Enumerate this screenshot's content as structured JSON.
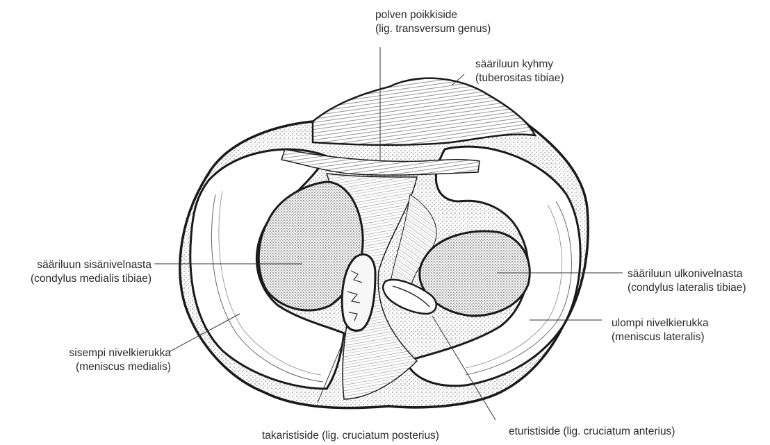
{
  "figure": {
    "subject": "tibial plateau with menisci and cruciate ligaments, viewed from above",
    "colors": {
      "ink": "#1a1a1a",
      "paper": "#ffffff",
      "shade": "#d9d9d9",
      "stipple": "#8a8a8a"
    }
  },
  "labels": {
    "transverse_ligament": {
      "name": "polven poikkiside",
      "latin": "(lig. transversum genus)"
    },
    "tibial_tuberosity": {
      "name": "sääriluun kyhmy",
      "latin": "(tuberositas tibiae)"
    },
    "medial_condyle": {
      "name": "sääriluun sisänivelnasta",
      "latin": "(condylus medialis tibiae)"
    },
    "lateral_condyle": {
      "name": "sääriluun ulkonivelnasta",
      "latin": "(condylus lateralis tibiae)"
    },
    "medial_meniscus": {
      "name": "sisempi nivelkierukka",
      "latin": "(meniscus medialis)"
    },
    "lateral_meniscus": {
      "name": "ulompi nivelkierukka",
      "latin": "(meniscus lateralis)"
    },
    "posterior_cruciate": {
      "text": "takaristiside (lig. cruciatum posterius)"
    },
    "anterior_cruciate": {
      "text": "eturistiside (lig. cruciatum anterius)"
    }
  }
}
